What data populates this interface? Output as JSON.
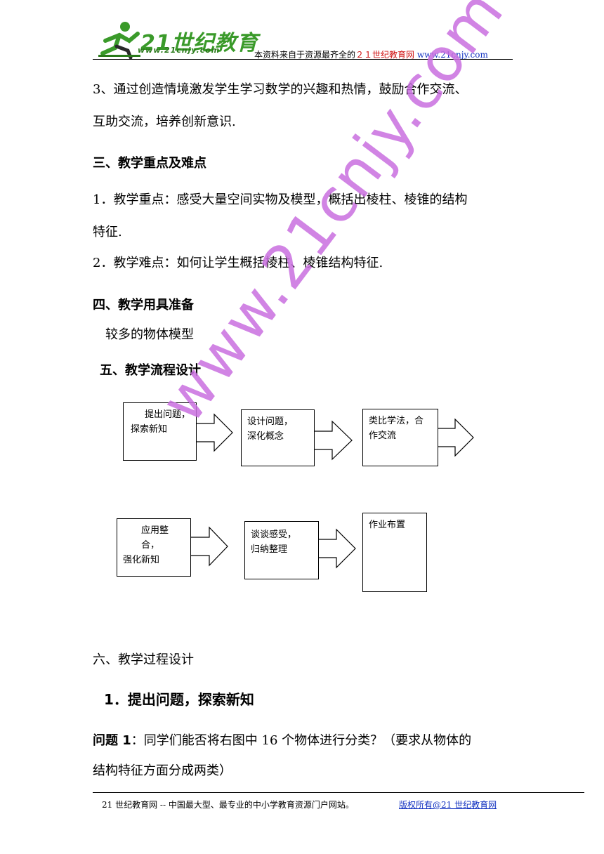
{
  "header": {
    "logo_text": "21世纪教育",
    "logo_url": "www.21cnjy.com",
    "note_prefix": "本资料来自于资源最齐全的",
    "note_site": "２１世纪教育网",
    "note_url": "www.21cnjy.com",
    "colors": {
      "logo_green": "#3a9a2a",
      "site_red": "#d01010",
      "url_blue": "#1030c0"
    }
  },
  "body": {
    "goal3_line1": "3、通过创造情境激发学生学习数学的兴趣和热情，鼓励合作交流、",
    "goal3_line2": "互助交流，培养创新意识.",
    "sec3_title": "三、教学重点及难点",
    "key_point_line1": "1．教学重点：感受大量空间实物及模型，概括出棱柱、棱锥的结构",
    "key_point_line2": "特征.",
    "difficulty": "2．教学难点：如何让学生概括棱柱、棱锥结构特征.",
    "sec4_title": "四、教学用具准备",
    "tools": "较多的物体模型",
    "sec5_title": "五、教学流程设计",
    "sec6_title": "六、教学过程设计",
    "step1_title": "1．提出问题，探索新知",
    "q1_label": "问题 1",
    "q1_line1": "：同学们能否将右图中 16 个物体进行分类？（要求从物体的",
    "q1_line2": "结构特征方面分成两类）"
  },
  "flow": {
    "box1": {
      "line1": "提出问题，",
      "line2": "探索新知"
    },
    "box2": {
      "line1": "设计问题，",
      "line2": "深化概念"
    },
    "box3": {
      "line1": "类比学法，合",
      "line2": "作交流"
    },
    "box4": {
      "line1": "应用整合，",
      "line2": "强化新知"
    },
    "box5": {
      "line1": "谈谈感受，",
      "line2": "归纳整理"
    },
    "box6": {
      "line1": "作业布置"
    }
  },
  "watermark": {
    "text": "www.21cnjy.com",
    "color": "#c96fe0"
  },
  "footer": {
    "left": "21 世纪教育网 -- 中国最大型、最专业的中小学教育资源门户网站。",
    "right": "版权所有@21 世纪教育网"
  }
}
